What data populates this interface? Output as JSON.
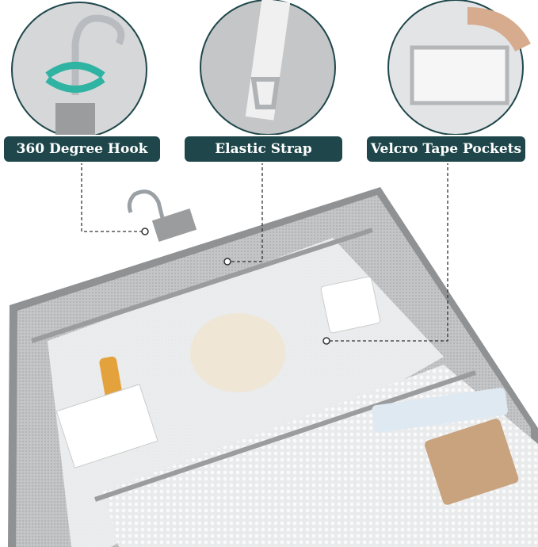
{
  "callouts": [
    {
      "label": "360 Degree Hook",
      "icon": "rotate-arrows-icon"
    },
    {
      "label": "Elastic Strap"
    },
    {
      "label": "Velcro Tape Pockets"
    }
  ],
  "colors": {
    "label_bg": "#1f474b",
    "bag_gray": "#b8b9bb",
    "trim": "#8f9193",
    "pocket_clear": "#eef0f1"
  }
}
